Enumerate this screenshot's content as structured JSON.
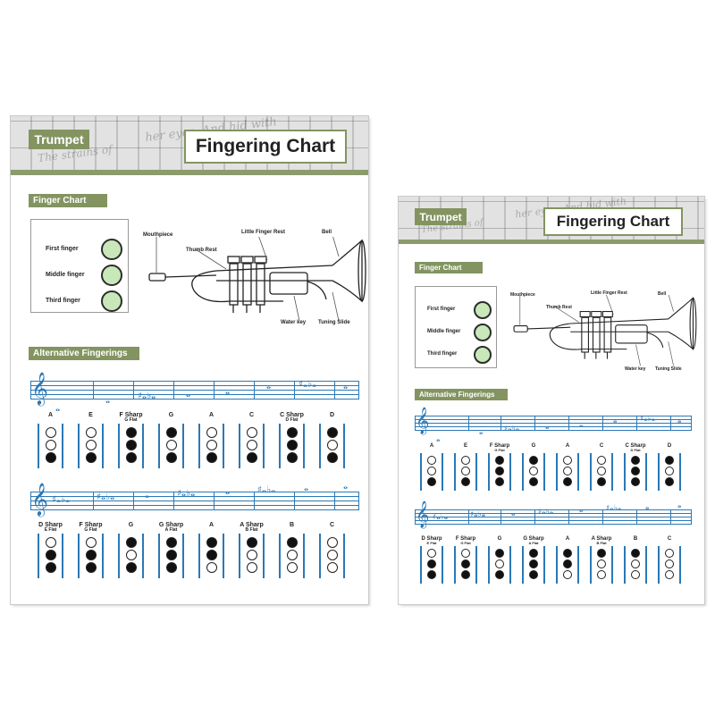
{
  "header": {
    "tag": "Trumpet",
    "title": "Fingering Chart",
    "background_text": [
      "her eyes, And hid with",
      "The strains of"
    ]
  },
  "finger_chart": {
    "heading": "Finger  Chart",
    "fingers": [
      "First finger",
      "Middle finger",
      "Third finger"
    ],
    "trumpet_parts": [
      "Mouthpiece",
      "Thumb Rest",
      "Little Finger Rest",
      "Bell",
      "Water key",
      "Tuning Slide"
    ]
  },
  "alternative": {
    "heading": "Alternative Fingerings",
    "row1": [
      {
        "name": "A",
        "alt": "",
        "valves": [
          0,
          0,
          1
        ]
      },
      {
        "name": "E",
        "alt": "",
        "valves": [
          0,
          0,
          1
        ]
      },
      {
        "name": "F Sharp",
        "alt": "G Flat",
        "valves": [
          1,
          1,
          1
        ]
      },
      {
        "name": "G",
        "alt": "",
        "valves": [
          1,
          0,
          1
        ]
      },
      {
        "name": "A",
        "alt": "",
        "valves": [
          0,
          0,
          1
        ]
      },
      {
        "name": "C",
        "alt": "",
        "valves": [
          0,
          0,
          1
        ]
      },
      {
        "name": "C Sharp",
        "alt": "D Flat",
        "valves": [
          1,
          1,
          1
        ]
      },
      {
        "name": "D",
        "alt": "",
        "valves": [
          1,
          0,
          1
        ]
      }
    ],
    "row2": [
      {
        "name": "D Sharp",
        "alt": "E Flat",
        "valves": [
          0,
          1,
          1
        ]
      },
      {
        "name": "F Sharp",
        "alt": "G Flat",
        "valves": [
          0,
          1,
          1
        ]
      },
      {
        "name": "G",
        "alt": "",
        "valves": [
          1,
          0,
          1
        ]
      },
      {
        "name": "G Sharp",
        "alt": "A Flat",
        "valves": [
          1,
          1,
          1
        ]
      },
      {
        "name": "A",
        "alt": "",
        "valves": [
          1,
          1,
          0
        ]
      },
      {
        "name": "A Sharp",
        "alt": "B Flat",
        "valves": [
          1,
          0,
          0
        ]
      },
      {
        "name": "B",
        "alt": "",
        "valves": [
          1,
          0,
          0
        ]
      },
      {
        "name": "C",
        "alt": "",
        "valves": [
          0,
          0,
          0
        ]
      }
    ]
  },
  "colors": {
    "accent_green": "#839461",
    "finger_circle": "#c9e8b9",
    "staff_blue": "#2b78b5",
    "valve_down": "#111111",
    "valve_up": "#ffffff"
  }
}
